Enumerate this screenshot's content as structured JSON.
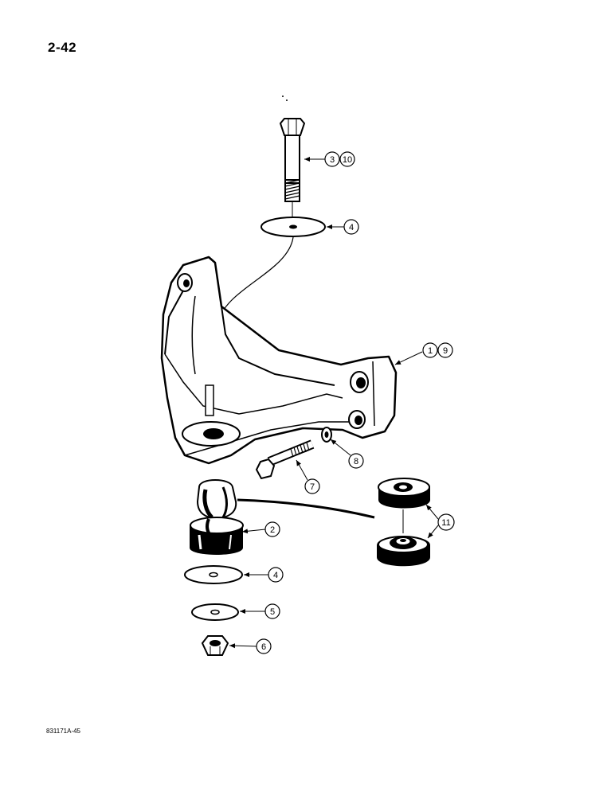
{
  "page": {
    "page_number": "2-42",
    "figure_code": "831171A-45"
  },
  "callouts": {
    "bolt": [
      "3",
      "10"
    ],
    "upper_washer": "4",
    "bracket": [
      "1",
      "9"
    ],
    "small_washer": "8",
    "side_bolt": "7",
    "rubber_mount": "2",
    "lower_washer": "4",
    "small_lower_washer": "5",
    "nut": "6",
    "mount_pair": "11"
  }
}
